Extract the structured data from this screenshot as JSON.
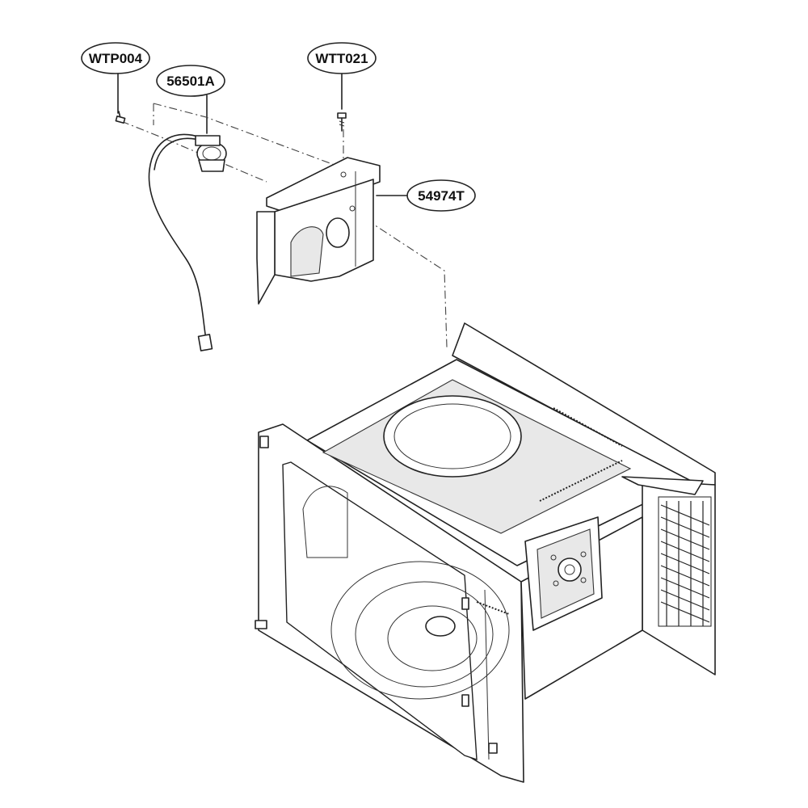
{
  "callouts": {
    "wtp004": "WTP004",
    "p56501a": "56501A",
    "wtt021": "WTT021",
    "p54974t": "54974T"
  }
}
